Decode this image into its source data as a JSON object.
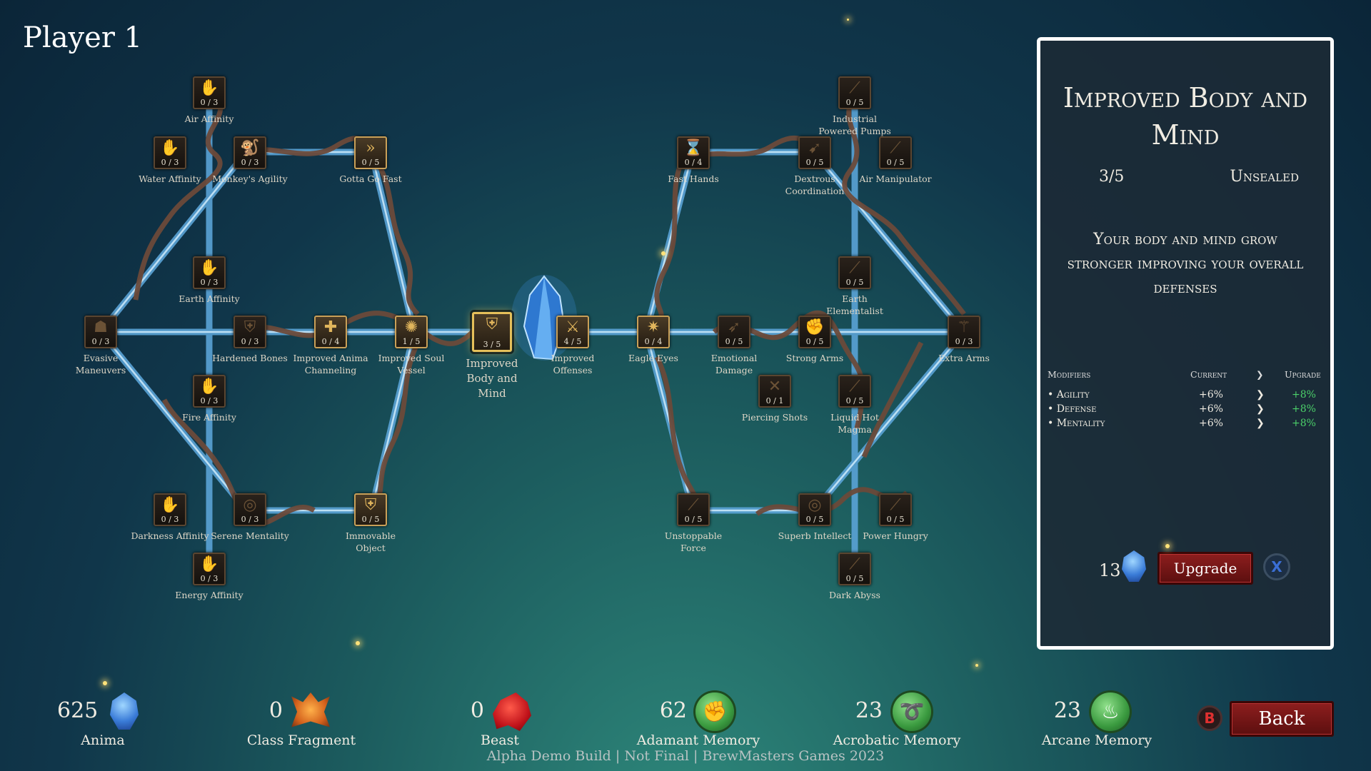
{
  "player": {
    "name": "Player 1"
  },
  "nodes": [
    {
      "id": "air-affinity",
      "count": "0 / 3",
      "label": "Air Affinity",
      "icon": "claw-icon"
    },
    {
      "id": "water-affinity",
      "count": "0 / 3",
      "label": "Water Affinity",
      "icon": "claw-icon"
    },
    {
      "id": "monkeys-agility",
      "count": "0 / 3",
      "label": "Monkey's Agility",
      "icon": "monkey-icon"
    },
    {
      "id": "gotta-go-fast",
      "count": "0 / 5",
      "label": "Gotta Go Fast",
      "icon": "chevrons-icon"
    },
    {
      "id": "earth-affinity",
      "count": "0 / 3",
      "label": "Earth Affinity",
      "icon": "claw-icon"
    },
    {
      "id": "evasive-maneuvers",
      "count": "0 / 3",
      "label": "Evasive Maneuvers",
      "icon": "figure-icon"
    },
    {
      "id": "hardened-bones",
      "count": "0 / 3",
      "label": "Hardened Bones",
      "icon": "shield-icon"
    },
    {
      "id": "improved-anima-channeling",
      "count": "0 / 4",
      "label": "Improved Anima Channeling",
      "icon": "plus-icon"
    },
    {
      "id": "improved-soul-vessel",
      "count": "1 / 5",
      "label": "Improved Soul Vessel",
      "icon": "soul-icon"
    },
    {
      "id": "improved-body-and-mind",
      "count": "3 / 5",
      "label": "Improved Body and Mind",
      "icon": "fist-shield-icon"
    },
    {
      "id": "improved-offenses",
      "count": "4 / 5",
      "label": "Improved Offenses",
      "icon": "sword-plus-icon"
    },
    {
      "id": "fire-affinity",
      "count": "0 / 3",
      "label": "Fire Affinity",
      "icon": "claw-icon"
    },
    {
      "id": "darkness-affinity",
      "count": "0 / 3",
      "label": "Darkness Affinity",
      "icon": "claw-icon"
    },
    {
      "id": "serene-mentality",
      "count": "0 / 3",
      "label": "Serene Mentality",
      "icon": "swirl-icon"
    },
    {
      "id": "immovable-object",
      "count": "0 / 5",
      "label": "Immovable Object",
      "icon": "shield-icon"
    },
    {
      "id": "energy-affinity",
      "count": "0 / 3",
      "label": "Energy Affinity",
      "icon": "claw-icon"
    },
    {
      "id": "industrial-powered-pumps",
      "count": "0 / 5",
      "label": "Industrial Powered Pumps",
      "icon": "blade-icon"
    },
    {
      "id": "fast-hands",
      "count": "0 / 4",
      "label": "Fast Hands",
      "icon": "hourglass-icon"
    },
    {
      "id": "dextrous-coordination",
      "count": "0 / 5",
      "label": "Dextrous Coordination",
      "icon": "dash-icon"
    },
    {
      "id": "air-manipulator",
      "count": "0 / 5",
      "label": "Air Manipulator",
      "icon": "blade-icon"
    },
    {
      "id": "earth-elementalist",
      "count": "0 / 5",
      "label": "Earth Elementalist",
      "icon": "blade-icon"
    },
    {
      "id": "eagle-eyes",
      "count": "0 / 4",
      "label": "Eagle Eyes",
      "icon": "eye-burst-icon"
    },
    {
      "id": "emotional-damage",
      "count": "0 / 5",
      "label": "Emotional Damage",
      "icon": "wing-icon"
    },
    {
      "id": "strong-arms",
      "count": "0 / 5",
      "label": "Strong Arms",
      "icon": "arm-icon"
    },
    {
      "id": "extra-arms",
      "count": "0 / 3",
      "label": "Extra Arms",
      "icon": "arms-icon"
    },
    {
      "id": "piercing-shots",
      "count": "0 / 1",
      "label": "Piercing Shots",
      "icon": "cross-blades-icon"
    },
    {
      "id": "liquid-hot-magma",
      "count": "0 / 5",
      "label": "Liquid Hot Magma",
      "icon": "blade-icon"
    },
    {
      "id": "unstoppable-force",
      "count": "0 / 5",
      "label": "Unstoppable Force",
      "icon": "blade-icon"
    },
    {
      "id": "superb-intellect",
      "count": "0 / 5",
      "label": "Superb Intellect",
      "icon": "swirl-icon"
    },
    {
      "id": "power-hungry",
      "count": "0 / 5",
      "label": "Power Hungry",
      "icon": "blade-icon"
    },
    {
      "id": "dark-abyss",
      "count": "0 / 5",
      "label": "Dark Abyss",
      "icon": "blade-icon"
    }
  ],
  "panel": {
    "title": "Improved Body and Mind",
    "level": "3/5",
    "status": "Unsealed",
    "description": "Your body and mind grow stronger improving your overall defenses",
    "headers": {
      "modifiers": "Modifiers",
      "current": "Current",
      "arrow": "❯",
      "upgrade": "Upgrade"
    },
    "modifiers": [
      {
        "name": "• Agility",
        "current": "+6%",
        "arrow": "❯",
        "upgrade": "+8%"
      },
      {
        "name": "• Defense",
        "current": "+6%",
        "arrow": "❯",
        "upgrade": "+8%"
      },
      {
        "name": "• Mentality",
        "current": "+6%",
        "arrow": "❯",
        "upgrade": "+8%"
      }
    ],
    "cost": "13",
    "upgrade_label": "Upgrade",
    "cancel_glyph": "X"
  },
  "resources": [
    {
      "value": "625",
      "name": "Anima",
      "icon": "anima-crystal-icon"
    },
    {
      "value": "0",
      "name": "Class Fragment",
      "icon": "class-fragment-icon"
    },
    {
      "value": "0",
      "name": "Beast",
      "icon": "beast-icon"
    },
    {
      "value": "62",
      "name": "Adamant Memory",
      "icon": "adamant-fist-icon"
    },
    {
      "value": "23",
      "name": "Acrobatic Memory",
      "icon": "acrobatic-swirl-icon"
    },
    {
      "value": "23",
      "name": "Arcane Memory",
      "icon": "arcane-flame-icon"
    }
  ],
  "back": {
    "glyph": "B",
    "label": "Back"
  },
  "footer": "Alpha Demo Build | Not Final | BrewMasters Games 2023",
  "colors": {
    "accent_gold": "#e6c05a",
    "upgrade_green": "#4cd26a",
    "button_red": "#8d1e1e",
    "branch_blue": "#7fc2e8",
    "vine_brown": "#6b4a3a"
  }
}
